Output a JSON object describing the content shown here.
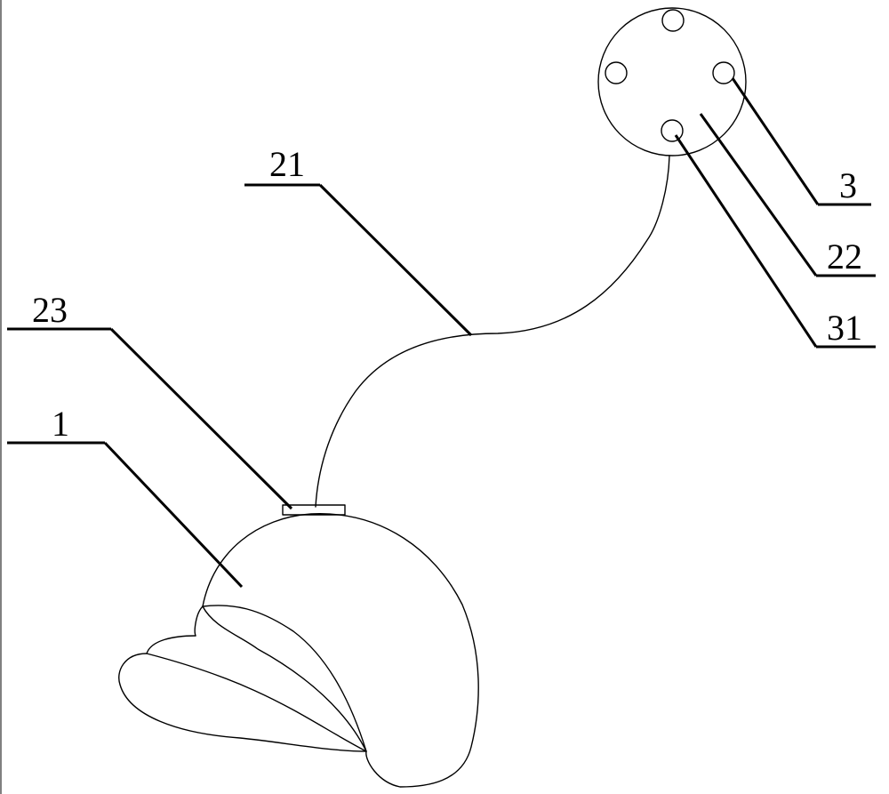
{
  "labels": {
    "l21": "21",
    "l23": "23",
    "l1": "1",
    "l3": "3",
    "l22": "22",
    "l31": "31"
  },
  "colors": {
    "line": "#000000",
    "background": "#ffffff"
  }
}
